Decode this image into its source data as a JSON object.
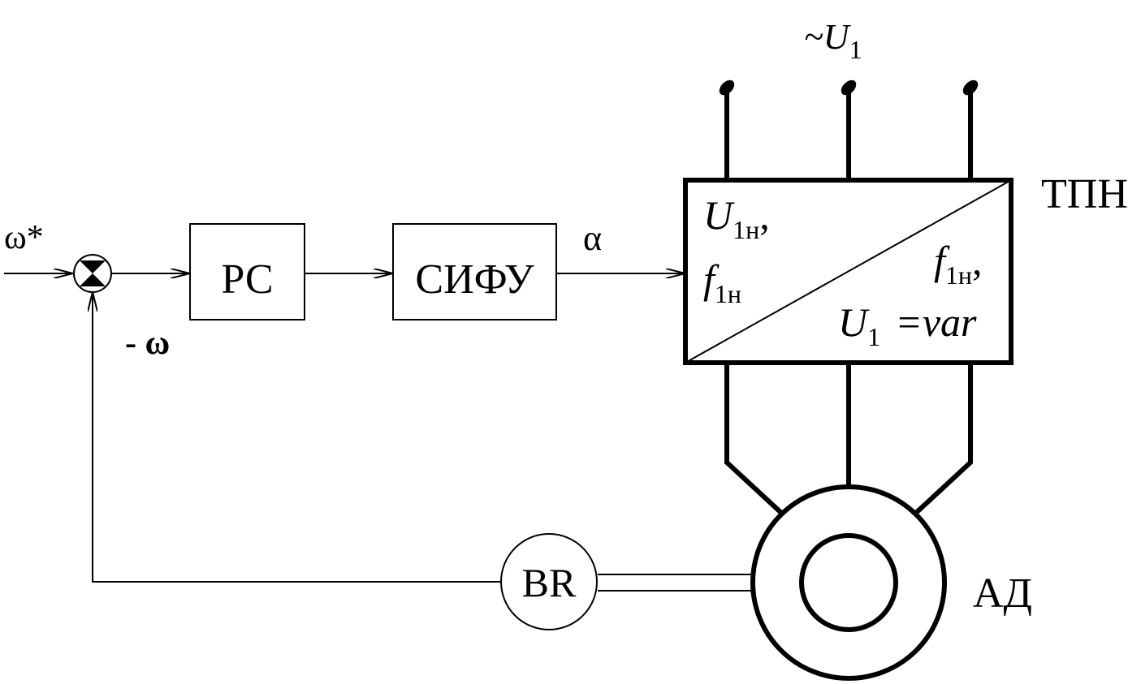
{
  "signals": {
    "setpoint": "ω*",
    "feedback": "- ω",
    "angle": "α",
    "supply": "~U",
    "supply_sub": "1"
  },
  "blocks": {
    "regulator": "РС",
    "pulse_control": "СИФУ",
    "tach": "BR",
    "converter_name": "ТПН",
    "motor_name": "АД"
  },
  "converter": {
    "in_U": "U",
    "in_U_sub": "1н",
    "in_comma": ",",
    "in_f": "f",
    "in_f_sub": "1н",
    "out_f": "f",
    "out_f_sub": "1н",
    "out_comma": ",",
    "out_U": "U",
    "out_U_sub": "1",
    "out_var": "=var"
  }
}
